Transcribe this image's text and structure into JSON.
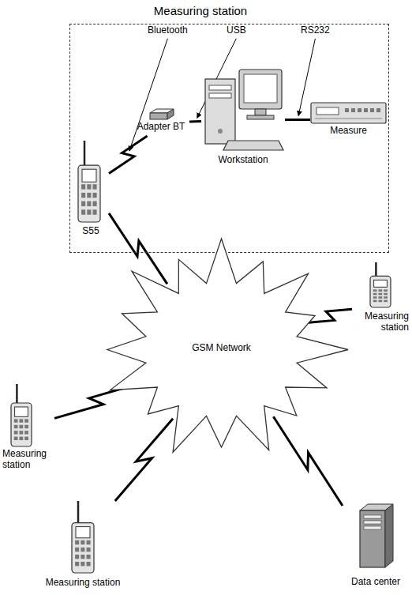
{
  "diagram": {
    "nodes": [
      {
        "text": [
          "Measuring station"
        ]
      },
      {
        "text": [
          "S55"
        ],
        "in": 0
      },
      {
        "text": [
          "Adapter BT"
        ],
        "in": 0
      },
      {
        "text": [
          "Workstation"
        ],
        "in": 0
      },
      {
        "text": [
          "Measure"
        ],
        "in": 0
      },
      {
        "text": [
          "GSM Network"
        ]
      },
      {
        "text": [
          "Measuring station"
        ]
      },
      {
        "text": [
          "Measuring station"
        ]
      },
      {
        "text": [
          "Measuring station"
        ]
      },
      {
        "text": [
          "Data center"
        ]
      }
    ],
    "edges": [
      {
        "from": 1,
        "to": 2,
        "label": "Bluetooth",
        "arrow": "none"
      },
      {
        "from": 2,
        "to": 3,
        "label": "USB",
        "arrow": "none"
      },
      {
        "from": 3,
        "to": 4,
        "label": "RS232",
        "arrow": "none"
      },
      {
        "from": 1,
        "to": 5,
        "arrow": "none"
      },
      {
        "from": 6,
        "to": 5,
        "arrow": "none"
      },
      {
        "from": 7,
        "to": 5,
        "arrow": "none"
      },
      {
        "from": 8,
        "to": 5,
        "arrow": "none"
      },
      {
        "from": 9,
        "to": 5,
        "arrow": "none"
      }
    ]
  }
}
